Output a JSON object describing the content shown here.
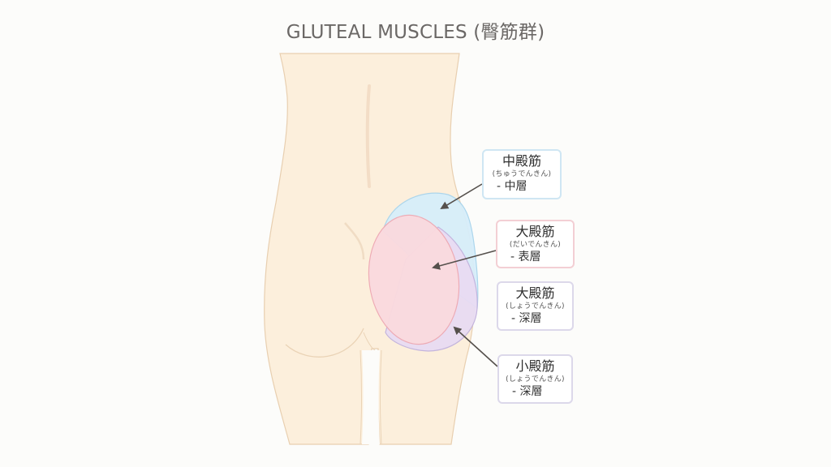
{
  "title": "GLUTEAL MUSCLES (臀筋群)",
  "colors": {
    "background": "#fcfcfa",
    "skin": "#fcefdc",
    "skin_outline": "#e8cfb0",
    "gluteus_medius_fill": "#d7eefa",
    "gluteus_medius_stroke": "#a8d4ec",
    "gluteus_maximus_fill": "#fadadf",
    "gluteus_maximus_stroke": "#eeaab4",
    "gluteus_minimus_fill": "#e9dcf3",
    "gluteus_minimus_stroke": "#c2b2dd",
    "arrow": "#55504c",
    "title_text": "#6b6866"
  },
  "labels": [
    {
      "id": "gluteus-medius",
      "name": "中殿筋",
      "reading": "(ちゅうでんきん)",
      "layer": "- 中層",
      "border_color": "#cfe6f3"
    },
    {
      "id": "gluteus-maximus",
      "name": "大殿筋",
      "reading": "(だいでんきん)",
      "layer": "- 表層",
      "border_color": "#f3cfd4"
    },
    {
      "id": "gluteus-deep",
      "name": "大殿筋",
      "reading": "(しょうでんきん)",
      "layer": "- 深層",
      "border_color": "#dcd8ea"
    },
    {
      "id": "gluteus-minimus",
      "name": "小殿筋",
      "reading": "(しょうでんきん)",
      "layer": "- 深層",
      "border_color": "#dcd8ea"
    }
  ]
}
